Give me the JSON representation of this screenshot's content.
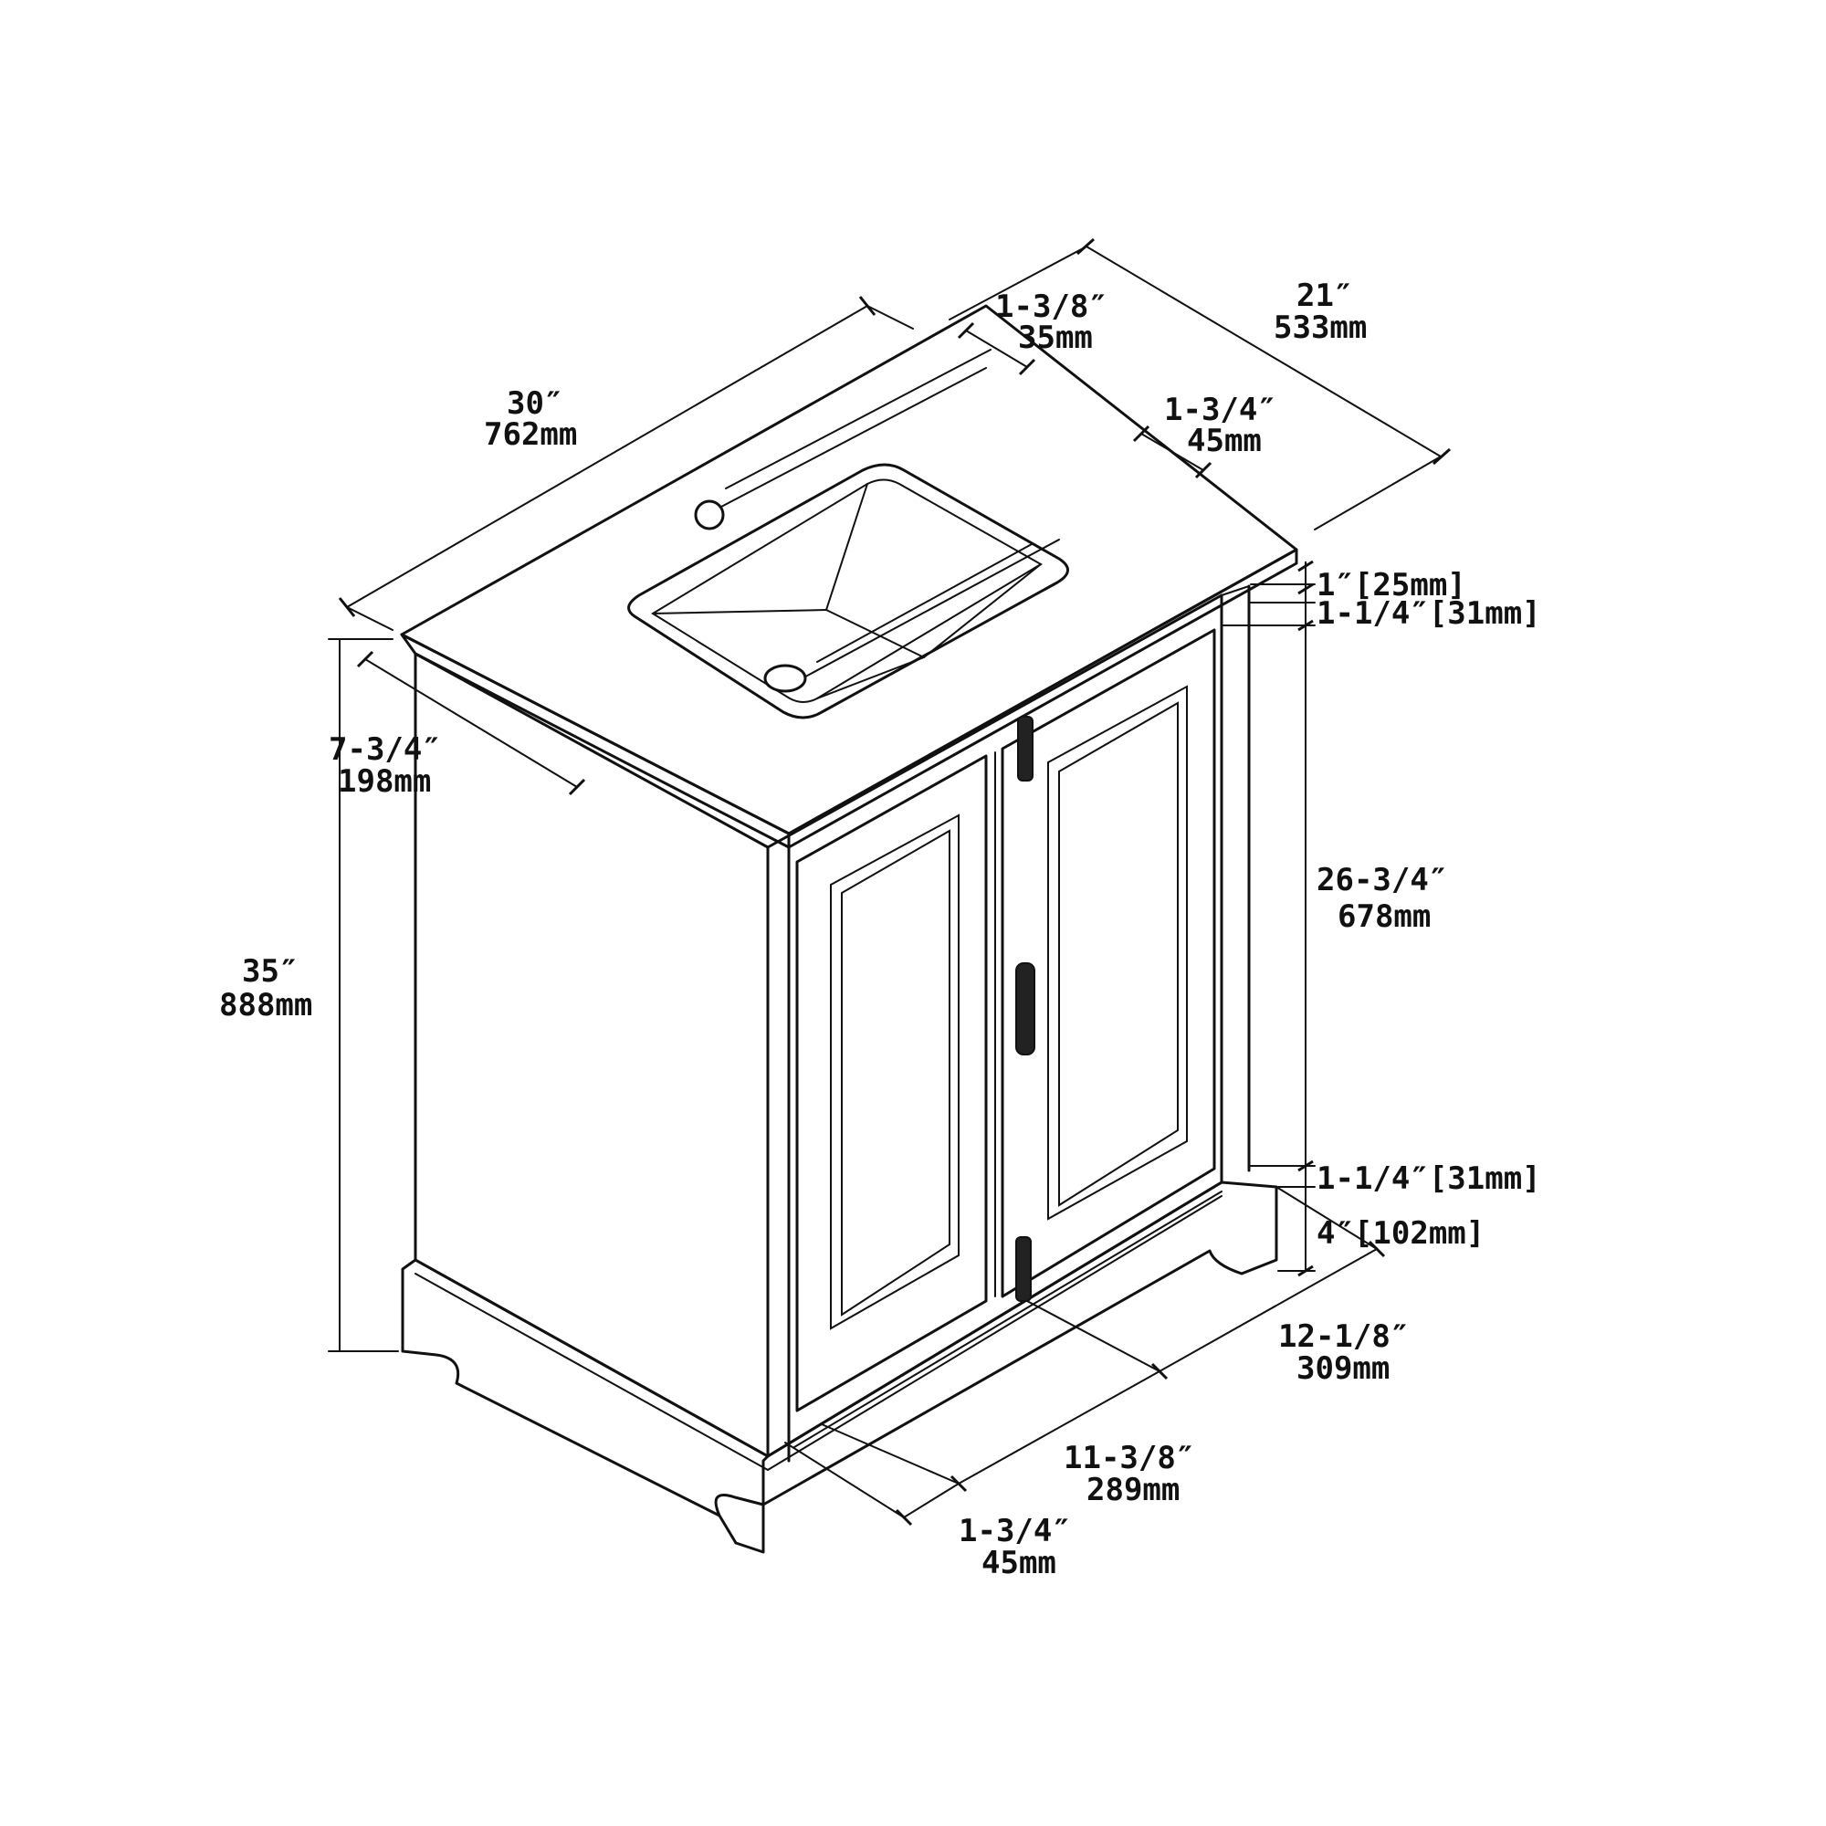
{
  "colors": {
    "line": "#111111",
    "background": "#ffffff"
  },
  "labels": {
    "width_in": "30″",
    "width_mm": "762mm",
    "depth_in": "21″",
    "depth_mm": "533mm",
    "faucet_offset_in": "1-3/8″",
    "faucet_offset_mm": "35mm",
    "sink_back_in": "1-3/4″",
    "sink_back_mm": "45mm",
    "sink_front_in": "7-3/4″",
    "sink_front_mm": "198mm",
    "height_in": "35″",
    "height_mm": "888mm",
    "top_thickness": "1″[25mm]",
    "top_rail": "1-1/4″[31mm]",
    "door_height_in": "26-3/4″",
    "door_height_mm": "678mm",
    "bottom_rail": "1-1/4″[31mm]",
    "toe_kick": "4″[102mm]",
    "door_right_in": "12-1/8″",
    "door_right_mm": "309mm",
    "door_left_in": "11-3/8″",
    "door_left_mm": "289mm",
    "side_stile_in": "1-3/4″",
    "side_stile_mm": "45mm"
  }
}
